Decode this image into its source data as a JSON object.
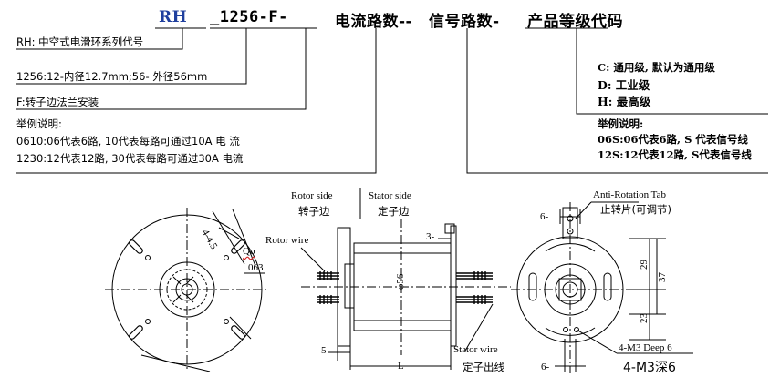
{
  "header": {
    "rh": "RH",
    "code": "_1256-F-",
    "current_circuits": "电流路数--",
    "signal_circuits": "信号路数-",
    "grade_code": "产品等级代码"
  },
  "left_notes": {
    "rh_desc": "RH: 中空式电滑环系列代号",
    "size_desc": "1256:12-内径12.7mm;56-  外径56mm",
    "flange_desc": "F:转子边法兰安装",
    "example_title": "举例说明:",
    "example_1": "0610:06代表6路, 10代表每路可通过10A 电 流",
    "example_2": "1230:12代表12路, 30代表每路可通过30A 电流"
  },
  "right_notes": {
    "grade_c": "C: 通用级, 默认为通用级",
    "grade_d": "D: 工业级",
    "grade_h": "H: 最高级",
    "example_title": "举例说明:",
    "example_1": "06S:06代表6路, S 代表信号线",
    "example_2": "12S:12代表12路, S代表信号线"
  },
  "drawing": {
    "rotor_side": "Rotor  side",
    "rotor_side_cn": "转子边",
    "stator_side": "Stator  side",
    "stator_side_cn": "定子边",
    "rotor_wire": "Rotor wire",
    "stator_wire": "Stator wire",
    "stator_wire_cn": "定子出线",
    "anti_rotation": "Anti-Rotation  Tab",
    "anti_rotation_cn": "止转片(可调节)",
    "hole_en": "4-M3  Deep  6",
    "hole_cn": "4-M3深6",
    "dim_qo": "Qo",
    "dim_063": "063",
    "dim_445": "4-4.5",
    "dim_3": "3-",
    "dim_5": "5-",
    "dim_l": "L",
    "dim_56": "φ56",
    "dim_6_top": "6-",
    "dim_6_bottom": "6-",
    "dim_29": "29",
    "dim_37": "37",
    "dim_23": "23"
  }
}
